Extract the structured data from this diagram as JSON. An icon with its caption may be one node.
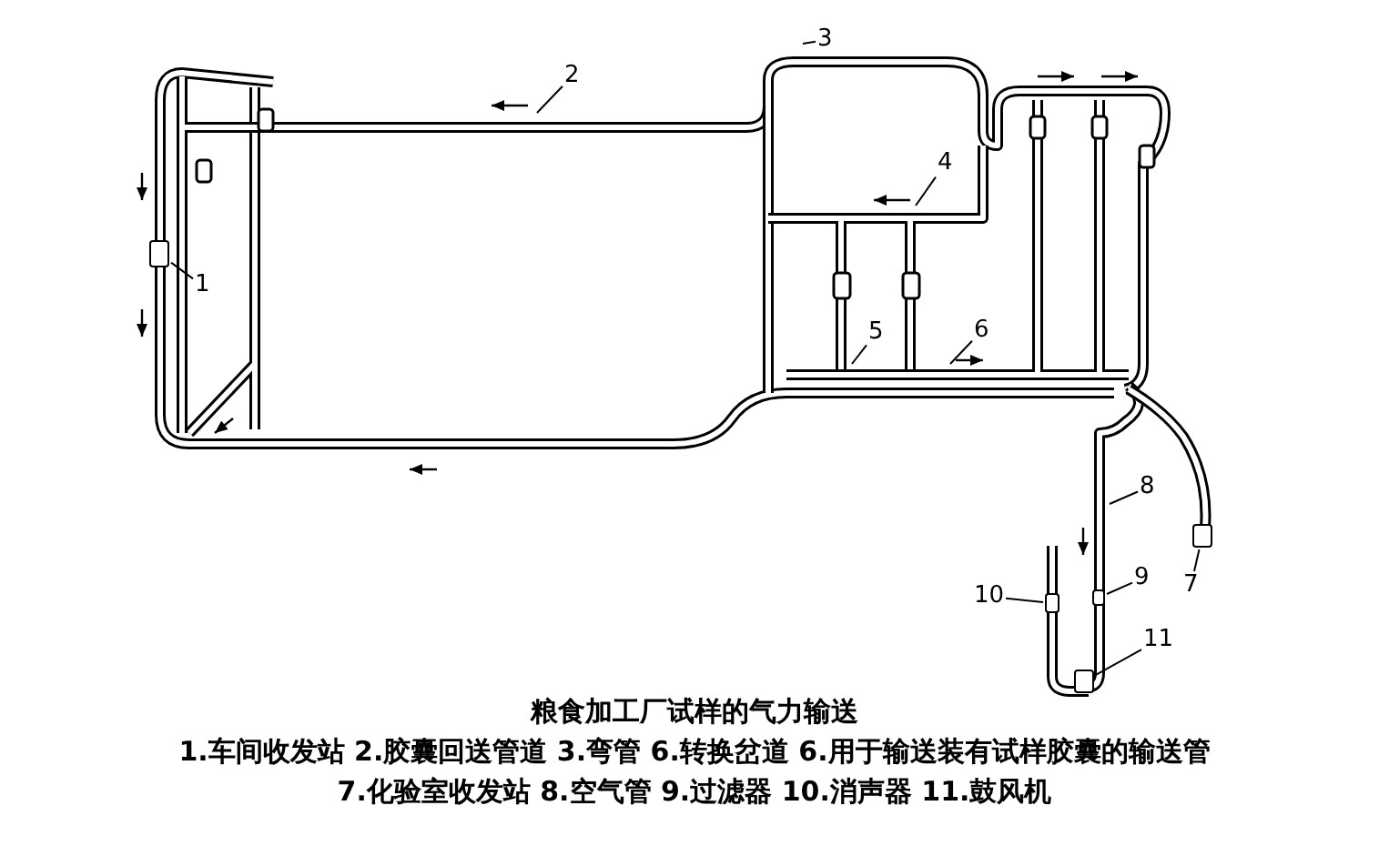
{
  "diagram": {
    "caption": "粮食加工厂试样的气力输送",
    "nodes": [
      {
        "text": [
          "1"
        ]
      },
      {
        "text": [
          "2"
        ]
      },
      {
        "text": [
          "3"
        ]
      },
      {
        "text": [
          "4"
        ]
      },
      {
        "text": [
          "5"
        ]
      },
      {
        "text": [
          "6"
        ]
      },
      {
        "text": [
          "7"
        ]
      },
      {
        "text": [
          "8"
        ]
      },
      {
        "text": [
          "9"
        ]
      },
      {
        "text": [
          "10"
        ]
      },
      {
        "text": [
          "11"
        ]
      },
      {
        "text": [],
        "shape": "box"
      },
      {
        "text": [],
        "shape": "box"
      },
      {
        "text": [],
        "shape": "box"
      },
      {
        "text": [],
        "shape": "box"
      },
      {
        "text": [],
        "shape": "box"
      }
    ],
    "edges": [
      {
        "from": 0,
        "to": 11,
        "arrow": "none"
      },
      {
        "from": 1,
        "to": null,
        "arrow": "none"
      },
      {
        "from": 2,
        "to": null,
        "arrow": "none"
      },
      {
        "from": 3,
        "to": null,
        "arrow": "none"
      },
      {
        "from": 4,
        "to": null,
        "arrow": "none"
      },
      {
        "from": 5,
        "to": null,
        "arrow": "none"
      },
      {
        "from": 6,
        "to": 12,
        "arrow": "none"
      },
      {
        "from": 7,
        "to": null,
        "arrow": "none"
      },
      {
        "from": 8,
        "to": 13,
        "arrow": "none"
      },
      {
        "from": 9,
        "to": 14,
        "arrow": "none"
      },
      {
        "from": 10,
        "to": 15,
        "arrow": "none"
      }
    ],
    "labels": [
      "1.车间收发站 2.胶囊回送管道 3.弯管 6.转换岔道 6.用于输送装有试样胶囊的输送管",
      "7.化验室收发站 8.空气管 9.过滤器 10.消声器 11.鼓风机"
    ]
  }
}
